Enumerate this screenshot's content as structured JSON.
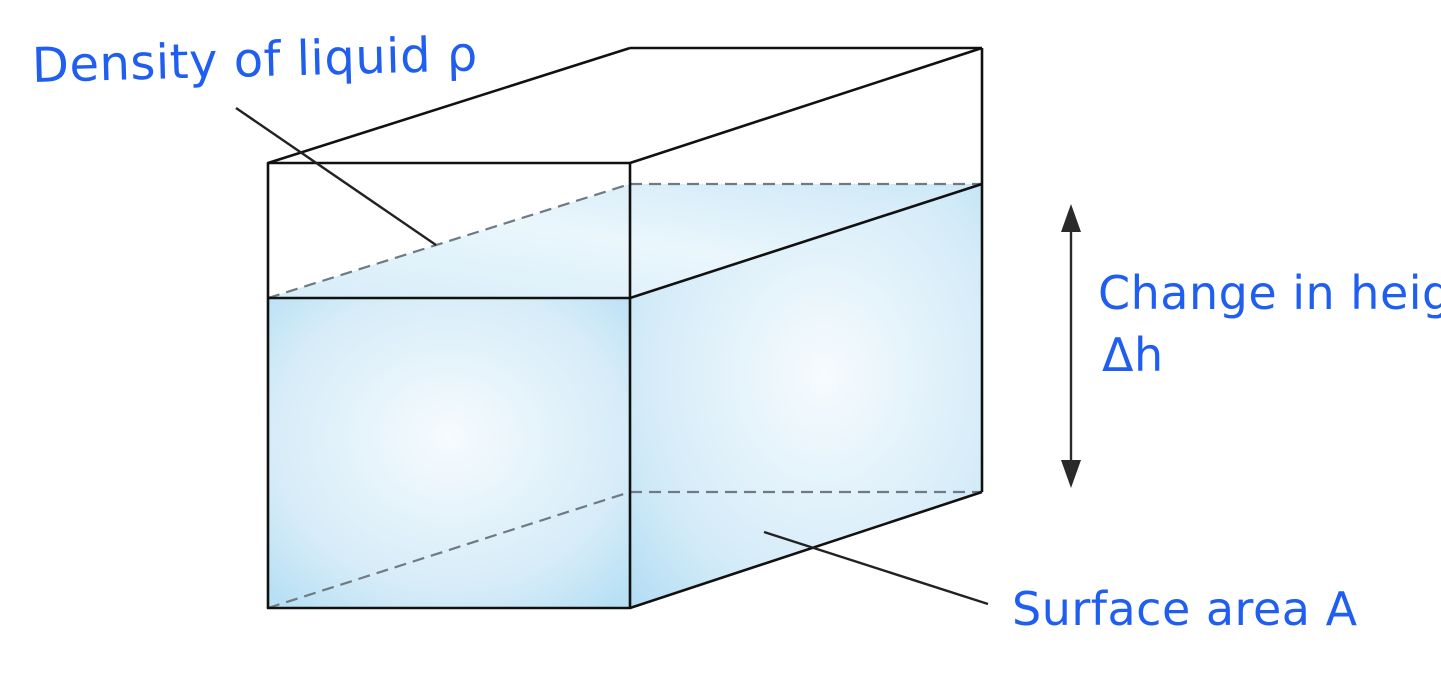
{
  "labels": {
    "density": "Density of liquid ρ",
    "height_line1": "Change in height",
    "height_line2": "Δh",
    "surface_area": "Surface area A"
  },
  "colors": {
    "outline": "#111111",
    "liquid_light": "#f4fafd",
    "liquid_mid": "#cfe9f7",
    "liquid_dark": "#a9d9f3",
    "dashed": "#6f7a82",
    "annotation": "#1f5ef0",
    "arrow": "#2a2a2a"
  }
}
